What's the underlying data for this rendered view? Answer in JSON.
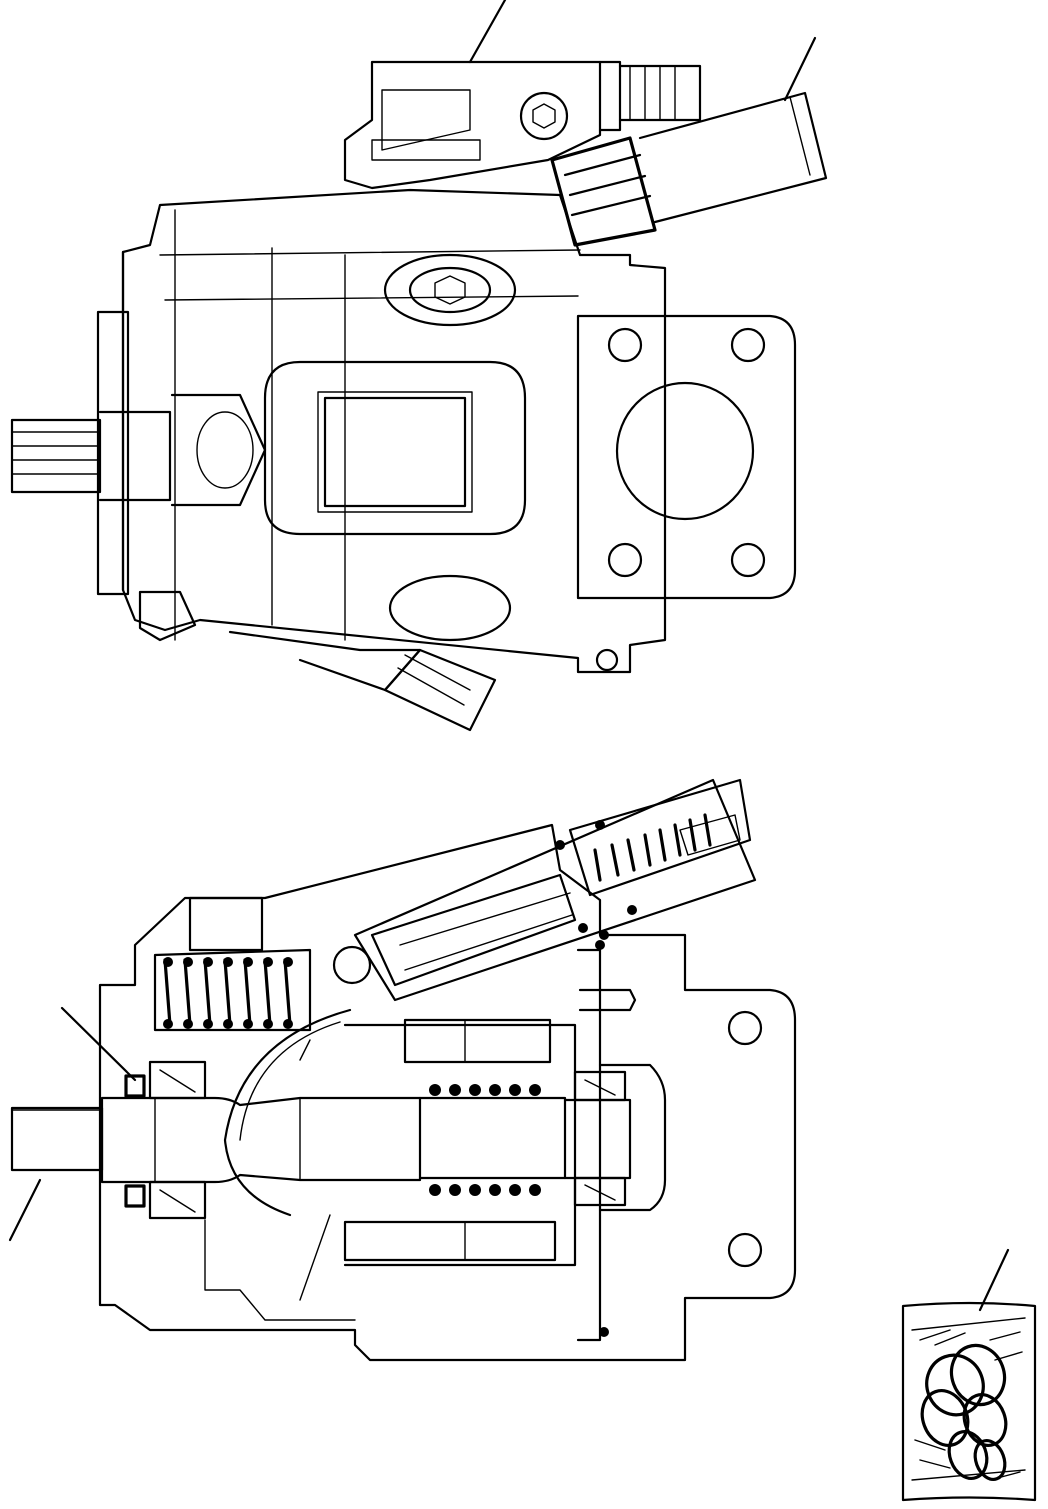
{
  "diagram": {
    "views": [
      {
        "name": "pump-exterior-view"
      },
      {
        "name": "pump-cross-section-view"
      }
    ],
    "callouts": [
      {
        "name": "callout-regulator-housing"
      },
      {
        "name": "callout-solenoid-connector"
      },
      {
        "name": "callout-shaft-seal"
      },
      {
        "name": "callout-drive-shaft"
      },
      {
        "name": "callout-seal-kit"
      }
    ],
    "kit": {
      "name": "o-ring-seal-kit-bag"
    }
  }
}
